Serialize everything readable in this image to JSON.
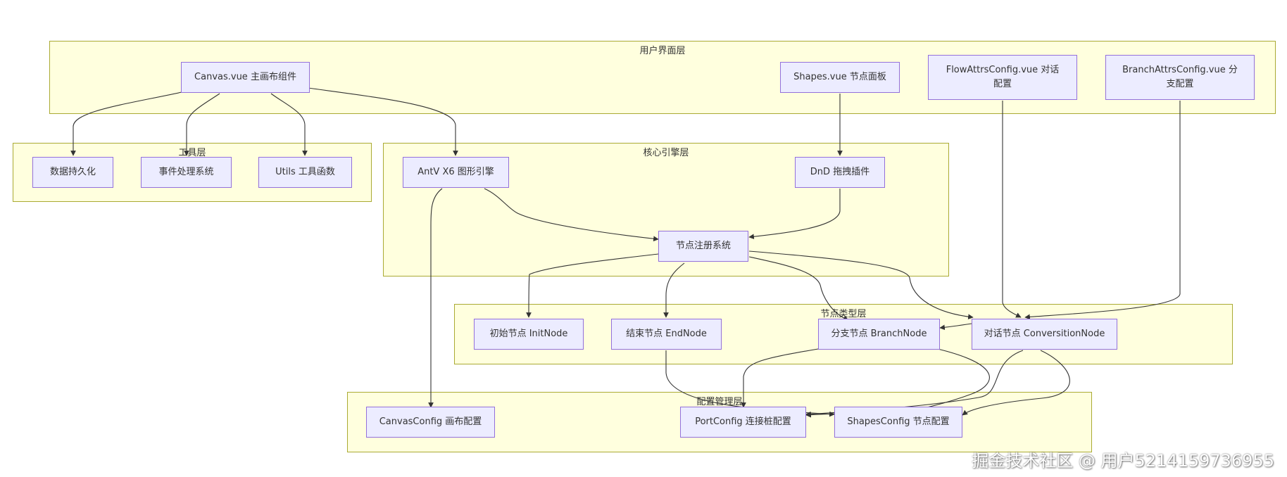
{
  "layers": {
    "ui": "用户界面层",
    "tools": "工具层",
    "core": "核心引擎层",
    "nodetypes": "节点类型层",
    "config": "配置管理层"
  },
  "nodes": {
    "canvas_vue": "Canvas.vue 主画布组件",
    "shapes_vue": "Shapes.vue 节点面板",
    "flowattrs": "FlowAttrsConfig.vue 对话配置",
    "branchattrs": "BranchAttrsConfig.vue 分支配置",
    "persist": "数据持久化",
    "events": "事件处理系统",
    "utils": "Utils 工具函数",
    "x6": "AntV X6 图形引擎",
    "dnd": "DnD 拖拽插件",
    "registry": "节点注册系统",
    "initnode": "初始节点 InitNode",
    "endnode": "结束节点 EndNode",
    "branchnode": "分支节点 BranchNode",
    "convnode": "对话节点 ConversitionNode",
    "canvasconfig": "CanvasConfig 画布配置",
    "portconfig": "PortConfig 连接桩配置",
    "shapesconfig": "ShapesConfig 节点配置"
  },
  "watermark": "掘金技术社区 @ 用户5214159736955",
  "colors": {
    "layer_fill": "#ffffde",
    "layer_border": "#aaaa33",
    "node_fill": "#ececff",
    "node_border": "#9370db",
    "edge": "#333333"
  }
}
